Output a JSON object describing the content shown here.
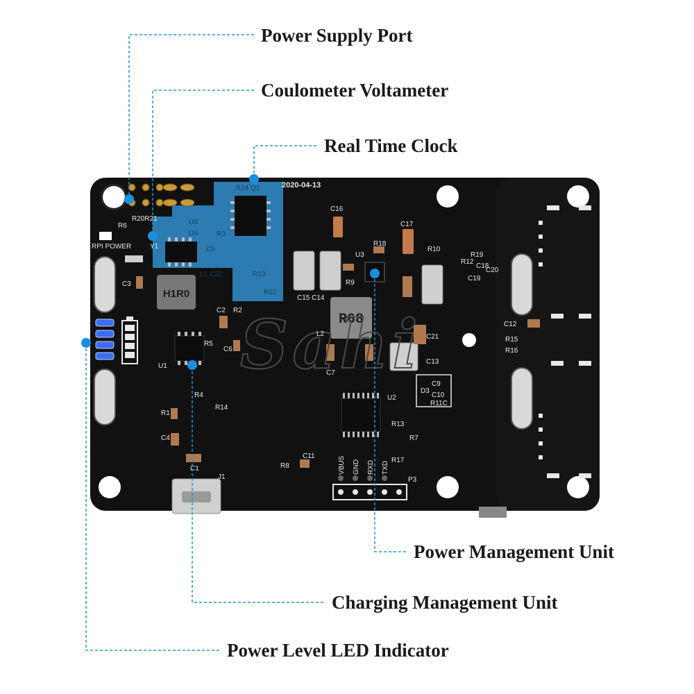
{
  "callouts": {
    "power_supply_port": "Power Supply Port",
    "coulometer_voltameter": "Coulometer Voltameter",
    "real_time_clock": "Real Time Clock",
    "power_management_unit": "Power Management Unit",
    "charging_management_unit": "Charging Management Unit",
    "power_level_led_indicator": "Power Level LED Indicator"
  },
  "board": {
    "date_code": "2020-04-13",
    "watermark": "Sahi",
    "rpi_power_label": "RPI POWER",
    "inductor_l1": "H1R0",
    "inductor_l2": "R68",
    "designators": {
      "r24q1": "R24 Q1",
      "u5": "U5",
      "u4": "U4",
      "r3": "R3",
      "c5": "C5",
      "r6": "R6",
      "r20r21": "R20R21",
      "y1": "Y1",
      "l1c22": "L1 C22",
      "r23": "R23",
      "r22": "R22",
      "c3": "C3",
      "c2": "C2",
      "r2": "R2",
      "r5": "R5",
      "c6": "C6",
      "u1": "U1",
      "r4": "R4",
      "r14": "R14",
      "r1": "R1",
      "c4": "C4",
      "c1": "C1",
      "j1": "J1",
      "c16": "C16",
      "c17": "C17",
      "u3": "U3",
      "r18": "R18",
      "r10": "R10",
      "r9": "R9",
      "c15c14": "C15 C14",
      "l2": "L2",
      "c7": "C7",
      "c21": "C21",
      "c13": "C13",
      "u2": "U2",
      "r13": "R13",
      "r7": "R7",
      "r17": "R17",
      "r8": "R8",
      "c11": "C11",
      "p3": "P3",
      "d3": "D3",
      "c9": "C9",
      "c10": "C10",
      "r11c": "R11C",
      "r12": "R12",
      "r19": "R19",
      "c18": "C18",
      "c19": "C19",
      "c20": "C20",
      "c12": "C12",
      "r15": "R15",
      "r16": "R16"
    },
    "header_pins": [
      "VBUS",
      "GND",
      "RXD",
      "TXD"
    ]
  },
  "colors": {
    "board": "#111111",
    "highlight": "#2f86c0",
    "leader": "#2196d6",
    "marker": "#1a8fe0",
    "led": "#3b6ef0",
    "label_text": "#1a1a1a"
  }
}
